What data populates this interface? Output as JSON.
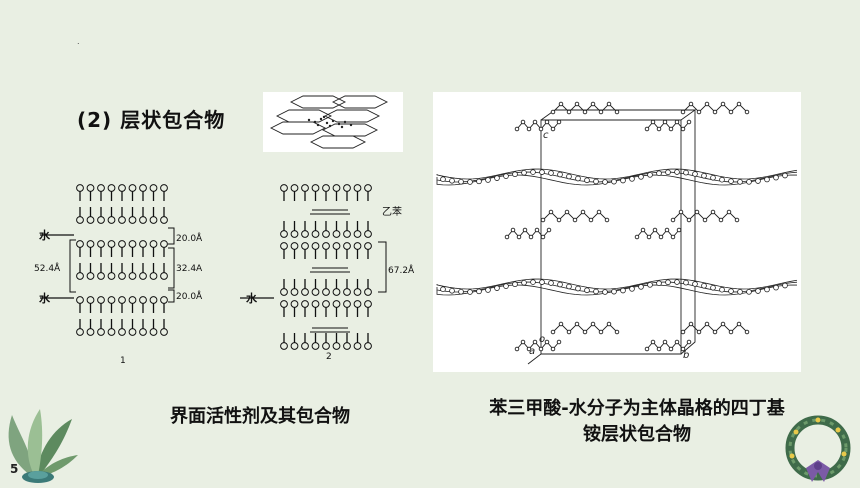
{
  "dot": ".",
  "heading": {
    "number": "(2)",
    "title": "层状包合物"
  },
  "diagram1": {
    "label_water_top": "水",
    "label_water_bottom": "水",
    "dim_left": "52.4Å",
    "dim_right_top": "20.0Å",
    "dim_right_mid": "32.4A",
    "dim_right_bottom": "20.0Å",
    "fig_number": "1"
  },
  "diagram2": {
    "label_ethylbenzene": "乙苯",
    "dim_right": "67.2Å",
    "label_water": "水",
    "fig_number": "2"
  },
  "crystal": {
    "corner_c": "c",
    "corner_a": "a",
    "corner_o": "o",
    "corner_b": "b"
  },
  "caption_left": "界面活性剂及其包合物",
  "caption_right_line1": "苯三甲酸-水分子为主体晶格的四丁基",
  "caption_right_line2": "铵层状包合物",
  "page_number": "5"
}
